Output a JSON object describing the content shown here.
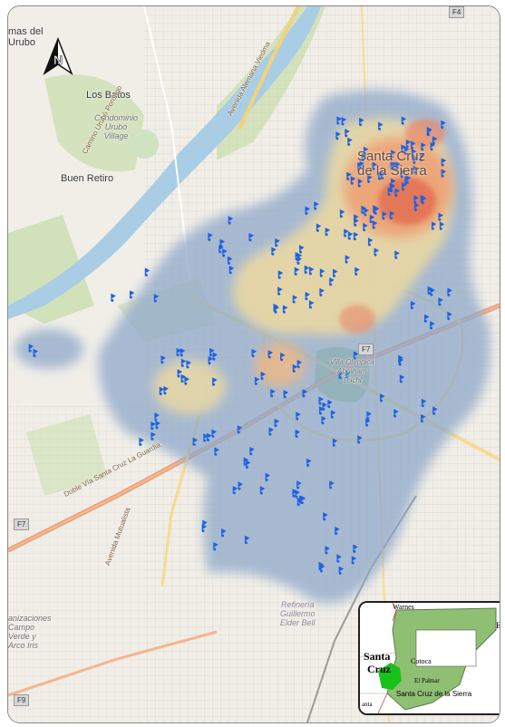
{
  "map": {
    "labels": {
      "mas_del_urubo": "mas del\nUrubo",
      "los_batos": "Los Batos",
      "condominio": "Condominio\nUrubó\nVillage",
      "buen_retiro": "Buen Retiro",
      "city": "Santa Cruz\nde la Sierra",
      "villa_olimpica": "Villa Olímpica\nAbraham\nTelchi",
      "refineria": "Refinería\nGuillermo\nElder Bell",
      "urbanizaciones": "anizaciones\nCampo\nVerde y\nArco Iris",
      "highway_f7_west": "F7",
      "highway_f7_center": "F7",
      "highway_f9": "F9",
      "highway_f4": "F4",
      "road_doble_via": "Doble Vía Santa Cruz La Guardia",
      "road_avenida_viedma": "Avenida Alemana Viedma",
      "road_campo_urubo": "Camino Urubó Porongo",
      "road_avenida_mutualista": "Avenida Mutualista"
    },
    "north_arrow": {
      "letter": "N"
    },
    "inset": {
      "label_santa": "Santa",
      "label_cruz": "Cruz",
      "label_warnes": "Warnes",
      "label_cotoca": "Cotoca",
      "label_el_palmar": "El Palmar",
      "label_santa_cruz_sierra": "Santa Cruz de la Sierra",
      "label_f": "E",
      "label_anta": "anta"
    },
    "colors": {
      "background": "#f1eee8",
      "river": "#a9cde5",
      "green": "#bcd99a",
      "density_low": "#8fa8c9",
      "density_mid": "#f3dc9e",
      "density_high": "#e8866a",
      "point": "#1f63e0",
      "inset_region": "#8fbf73",
      "inset_city": "#18c21a"
    }
  }
}
